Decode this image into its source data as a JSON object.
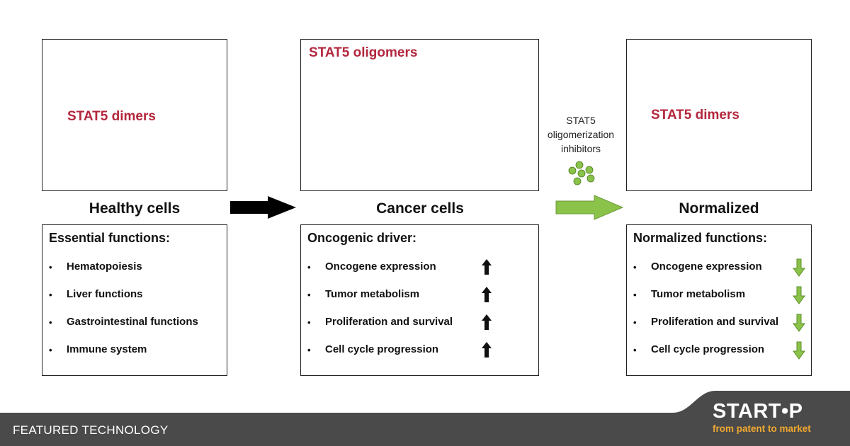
{
  "colors": {
    "dimer_head": "#c3234a",
    "dimer_body": "#f6c9c9",
    "label_red": "#b3273d",
    "arrow_black": "#000000",
    "arrow_green": "#8bc34a",
    "inhibitor_dot": "#8bc34a",
    "footer_bg": "#4a4a4a",
    "footer_accent": "#f0a830"
  },
  "panels": [
    {
      "title": "Healthy cells",
      "image_label": "STAT5 dimers",
      "heading": "Essential functions:",
      "items": [
        {
          "text": "Hematopoiesis",
          "arrow": ""
        },
        {
          "text": "Liver functions",
          "arrow": ""
        },
        {
          "text": "Gastrointestinal functions",
          "arrow": ""
        },
        {
          "text": "Immune system",
          "arrow": ""
        }
      ]
    },
    {
      "title": "Cancer cells",
      "image_label": "STAT5 oligomers",
      "heading": "Oncogenic driver:",
      "items": [
        {
          "text": "Oncogene expression",
          "arrow": "up"
        },
        {
          "text": "Tumor metabolism",
          "arrow": "up"
        },
        {
          "text": "Proliferation and survival",
          "arrow": "up"
        },
        {
          "text": "Cell cycle progression",
          "arrow": "up"
        }
      ]
    },
    {
      "title": "Normalized",
      "image_label": "STAT5 dimers",
      "heading": "Normalized functions:",
      "items": [
        {
          "text": "Oncogene expression",
          "arrow": "down"
        },
        {
          "text": "Tumor metabolism",
          "arrow": "down"
        },
        {
          "text": "Proliferation and survival",
          "arrow": "down"
        },
        {
          "text": "Cell cycle progression",
          "arrow": "down"
        }
      ]
    }
  ],
  "inhibitor_label": "STAT5 oligomerization inhibitors",
  "footer": {
    "left_text": "FEATURED TECHNOLOGY",
    "brand": "START•P",
    "tagline": "from patent to market"
  }
}
